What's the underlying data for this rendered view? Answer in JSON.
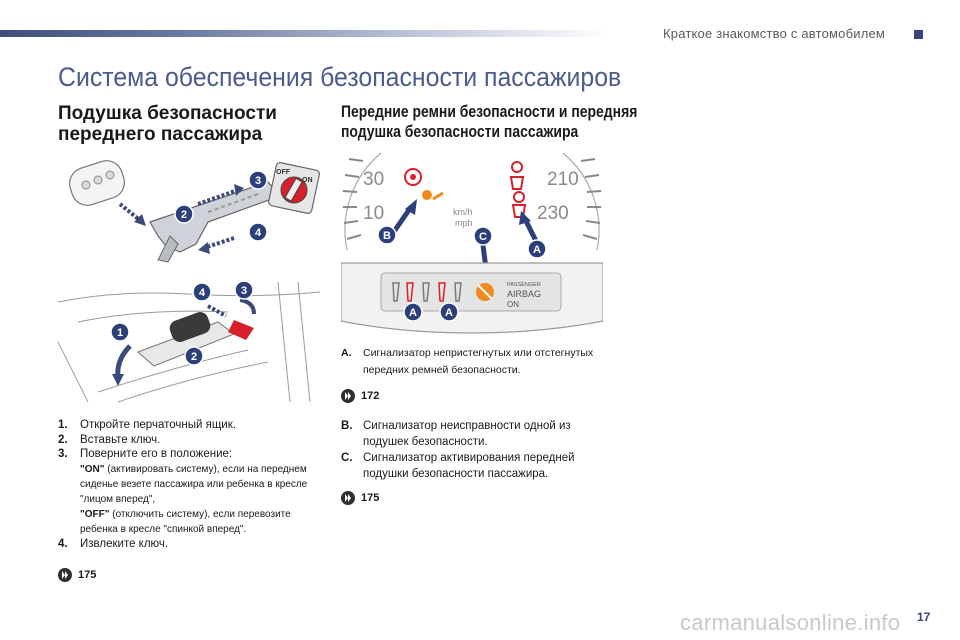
{
  "header": {
    "chapter": "Краткое знакомство с автомобилем"
  },
  "page_title": "Система обеспечения безопасности пассажиров",
  "left_section": {
    "title": "Подушка безопасности переднего пассажира",
    "steps": [
      {
        "num": "1.",
        "text": "Откройте перчаточный ящик."
      },
      {
        "num": "2.",
        "text": "Вставьте ключ."
      },
      {
        "num": "3.",
        "text": "Поверните его в положение:"
      },
      {
        "num": "4.",
        "text": "Извлеките ключ."
      }
    ],
    "on_label": "\"ON\"",
    "on_text": " (активировать систему), если на переднем сиденье везете пассажира или ребенка в кресле \"лицом вперед\",",
    "off_label": "\"OFF\"",
    "off_text": " (отключить систему), если перевозите ребенка в кресле \"спинкой вперед\".",
    "page_ref": "175"
  },
  "illustration_left": {
    "switch_off": "OFF",
    "switch_on": "ON",
    "top_markers": [
      "2",
      "3",
      "4"
    ],
    "bottom_markers": [
      "1",
      "2",
      "3",
      "4"
    ]
  },
  "right_section": {
    "title_line1": "Передние ремни безопасности и передняя",
    "title_line2": "подушка безопасности пассажира",
    "cluster": {
      "speed_10": "10",
      "speed_30": "30",
      "speed_210": "210",
      "speed_230": "230",
      "unit_kmh": "km/h",
      "unit_mph": "mph",
      "markers": [
        "A",
        "B",
        "C",
        "A",
        "A"
      ],
      "passenger_label": "PASSENGER",
      "airbag_label": "AIRBAG",
      "on_label": "ON"
    },
    "alert_a": {
      "key": "A.",
      "text": "Сигнализатор непристегнутых или отстегнутых передних ремней безопасности."
    },
    "ref_a": "172",
    "alert_b": {
      "key": "B.",
      "text": "Сигнализатор неисправности одной из подушек безопасности."
    },
    "alert_c": {
      "key": "C.",
      "text": "Сигнализатор активирования передней подушки безопасности пассажира."
    },
    "ref_c": "175"
  },
  "page_number": "17",
  "watermark": "carmanualsonline.info",
  "colors": {
    "accent_blue": "#36457a",
    "title_blue": "#4b5b8c",
    "marker_blue": "#2c3f7a",
    "warning_red": "#d8202a",
    "warning_orange": "#f08a1e"
  }
}
